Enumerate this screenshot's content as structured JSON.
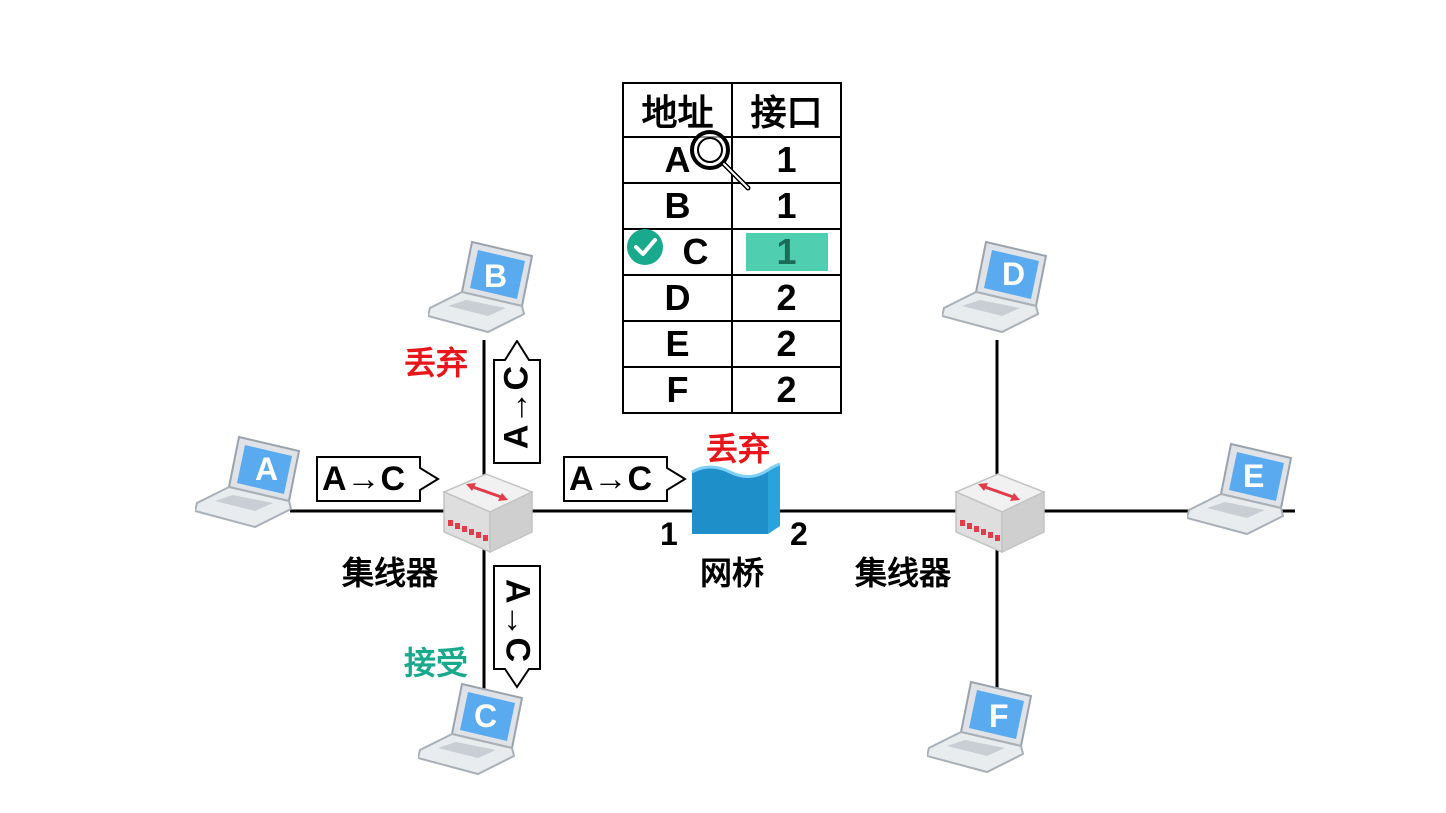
{
  "table": {
    "header": {
      "address": "地址",
      "port": "接口"
    },
    "rows": [
      {
        "address": "A",
        "port": "1"
      },
      {
        "address": "B",
        "port": "1"
      },
      {
        "address": "C",
        "port": "1"
      },
      {
        "address": "D",
        "port": "2"
      },
      {
        "address": "E",
        "port": "2"
      },
      {
        "address": "F",
        "port": "2"
      }
    ]
  },
  "hosts": {
    "a": "A",
    "b": "B",
    "c": "C",
    "d": "D",
    "e": "E",
    "f": "F"
  },
  "labels": {
    "hub_left": "集线器",
    "hub_right": "集线器",
    "bridge": "网桥",
    "bridge_port1": "1",
    "bridge_port2": "2",
    "discard_b": "丢弃",
    "discard_bridge": "丢弃",
    "accept_c": "接受"
  },
  "frames": {
    "a_to_hub": "A→C",
    "hub_to_bridge": "A→C",
    "hub_to_b": "A→C",
    "hub_to_c": "A→C"
  },
  "colors": {
    "discard": "#e8151b",
    "accept": "#19a98c",
    "highlight": "#4fcfb0",
    "laptop_screen": "#5aaaf0",
    "bridge": "#1e8fc9"
  }
}
